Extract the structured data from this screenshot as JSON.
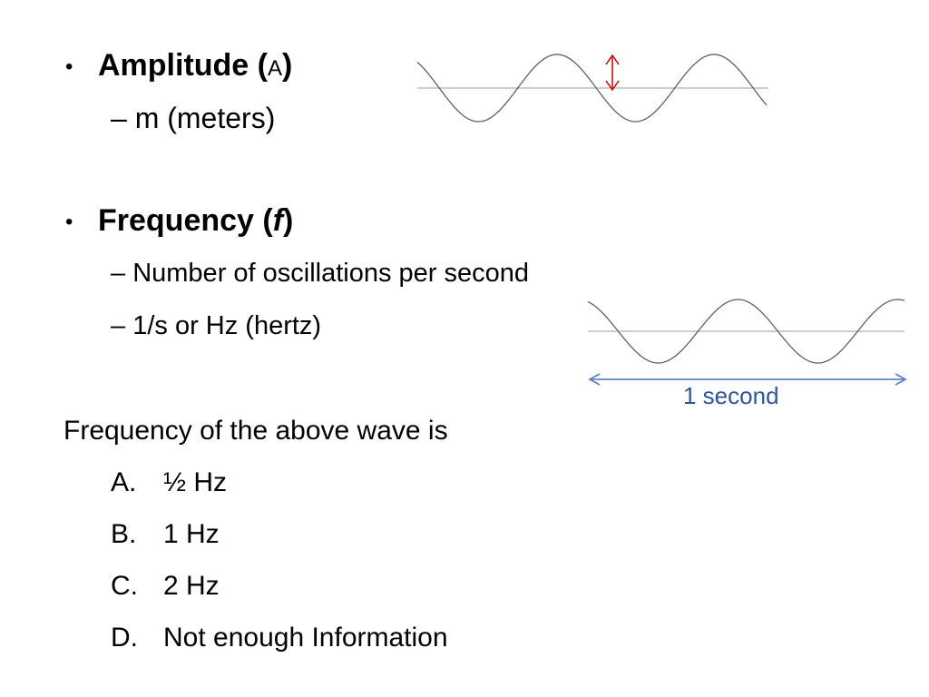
{
  "amplitude": {
    "bullet": "•",
    "title_prefix": "Amplitude (",
    "symbol": "A",
    "title_suffix": ")",
    "unit_dash": "–",
    "unit_text": "m (meters)"
  },
  "frequency": {
    "bullet": "•",
    "title_prefix": "Frequency (",
    "symbol": "f",
    "title_suffix": ")",
    "items": [
      {
        "dash": "–",
        "text": "Number of oscillations per second"
      },
      {
        "dash": "–",
        "text": "1/s or Hz (hertz)"
      }
    ]
  },
  "wave2": {
    "label": "1 second"
  },
  "question": {
    "prompt": "Frequency of the above wave is",
    "options": [
      {
        "letter": "A.",
        "text": "½ Hz"
      },
      {
        "letter": "B.",
        "text": "1 Hz"
      },
      {
        "letter": "C.",
        "text": "2 Hz"
      },
      {
        "letter": "D.",
        "text": "Not enough Information"
      }
    ]
  },
  "colors": {
    "wave_line": "#555555",
    "axis_line": "#9e9e9e",
    "amplitude_arrow": "#c00000",
    "time_arrow": "#5b84c4",
    "label_text": "#2f5597"
  }
}
